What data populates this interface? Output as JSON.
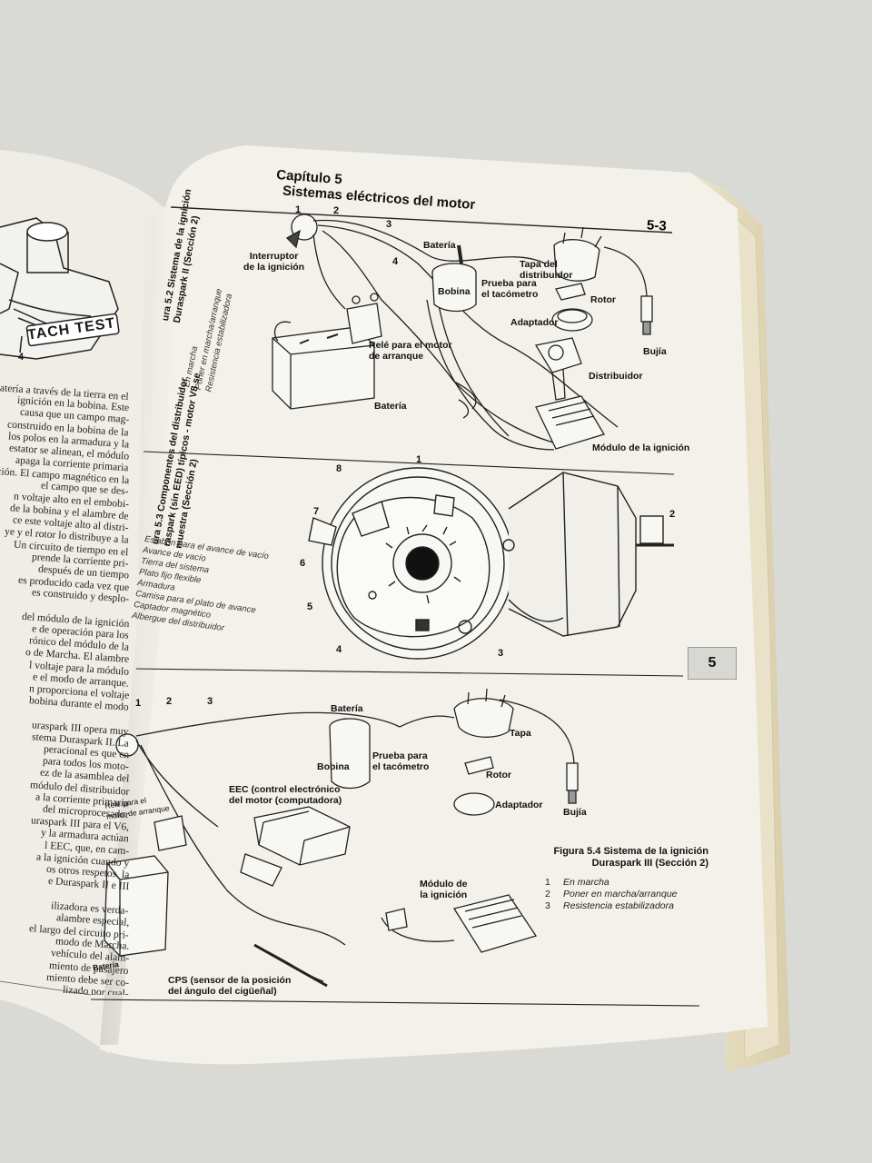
{
  "header": {
    "chapter": "Capítulo 5",
    "title": "Sistemas eléctricos del motor",
    "page_number": "5-3"
  },
  "chapter_tab": "5",
  "left_page": {
    "illustration_label": "TACH TEST",
    "illustration_number": "4",
    "lines": [
      "batería a través de la tierra en el",
      "ignición en la bobina. Este",
      "causa que un campo mag-",
      "construido en la bobina de la",
      "los polos en la armadura y la",
      "estator se alinean, el módulo",
      "apaga la corriente primaria",
      "ición. El campo magnético en la",
      "el campo que se des-",
      "n voltaje alto en el embobi-",
      "de la bobina y el alambre de",
      "ce este voltaje alto al distri-",
      "ye y el rotor lo distribuye a la",
      "Un circuito de tiempo en el",
      "prende la corriente pri-",
      "después de un tiempo",
      "es producido cada vez que",
      "es construido y desplo-",
      "",
      "del módulo de la ignición",
      "e de operación para los",
      "rónico del módulo de la",
      "o de Marcha. El alambre",
      "l voltaje para la módulo",
      "e el modo de arranque.",
      "n proporciona el voltaje",
      "bobina durante el modo",
      "",
      "uraspark III opera muy",
      "stema Duraspark II. La",
      "peracional es que en",
      "para todos los moto-",
      "ez de la asamblea del",
      "módulo del distribuidor",
      "a la corriente primaria",
      "del microprocesador",
      "uraspark III para el V6,",
      "y la armadura actúan",
      "l EEC, que, en cam-",
      "a la ignición cuando y",
      "os otros respetos, la",
      "e Duraspark II e III",
      "",
      "ilizadora es verda-",
      "alambre especial,",
      "el largo del circuito pri-",
      "modo de Marcha.",
      "vehículo del alam-",
      "miento de pasajero",
      "miento debe ser co-",
      "lizado por cual-"
    ]
  },
  "figure_5_2": {
    "caption_title_1": "ura 5.2  Sistema de la ignición",
    "caption_title_2": "Duraspark II (Sección 2)",
    "items": [
      "En marcha",
      "Poner en marcha/arranque",
      "Resistencia estabilizadora"
    ],
    "numbers": [
      "1",
      "2",
      "3",
      "4"
    ],
    "labels": {
      "interruptor": [
        "Interruptor",
        "de la ignición"
      ],
      "bateria_top": "Batería",
      "bobina": "Bobina",
      "prueba": [
        "Prueba para",
        "el tacómetro"
      ],
      "tapa": [
        "Tapa del",
        "distribuidor"
      ],
      "rotor": "Rotor",
      "adaptador": "Adaptador",
      "bujia": "Bujía",
      "rele": [
        "Relé para el motor",
        "de arranque"
      ],
      "distribuidor": "Distribuidor",
      "bateria_bottom": "Batería",
      "modulo": "Módulo de la ignición"
    }
  },
  "figure_5_3": {
    "caption_title_1": "ura 5.3  Componentes del distribuidor",
    "caption_title_2": "raspark (sin EED) típicos - motor V8 se",
    "caption_title_3": "muestra (Sección 2)",
    "items": [
      "Eslabón para el avance de vacío",
      "Avance de vacío",
      "Tierra del sistema",
      "Plato fijo flexible",
      "Armadura",
      "Camisa para el plato de avance",
      "Captador magnético",
      "Albergue del distribuidor"
    ],
    "numbers": [
      "1",
      "2",
      "3",
      "4",
      "5",
      "6",
      "7",
      "8"
    ]
  },
  "figure_5_4": {
    "title_1": "Figura 5.4  Sistema de la ignición",
    "title_2": "Duraspark III (Sección 2)",
    "items": [
      {
        "n": "1",
        "t": "En marcha"
      },
      {
        "n": "2",
        "t": "Poner en marcha/arranque"
      },
      {
        "n": "3",
        "t": "Resistencia estabilizadora"
      }
    ],
    "numbers": [
      "1",
      "2",
      "3"
    ],
    "labels": {
      "bateria_top": "Batería",
      "bobina": "Bobina",
      "prueba": [
        "Prueba para",
        "el tacómetro"
      ],
      "tapa": "Tapa",
      "rotor": "Rotor",
      "adaptador": "Adaptador",
      "bujia": "Bujía",
      "eec": [
        "EEC (control electrónico",
        "del motor (computadora)"
      ],
      "rele": [
        "Relé para el",
        "motor de arranque"
      ],
      "modulo": [
        "Módulo de",
        "la ignición"
      ],
      "bateria_bottom": "Batería",
      "cps": [
        "CPS (sensor de la posición",
        "del ángulo del cigüeñal)"
      ]
    }
  },
  "colors": {
    "background": "#d9d9d6",
    "page_paper": "#f3f1ea",
    "page_edge": "#e6dfc8",
    "ink": "#1a1a1a"
  }
}
